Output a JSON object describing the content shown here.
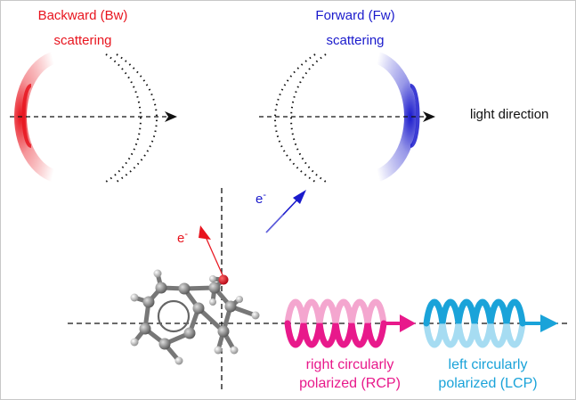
{
  "labels": {
    "backward_line1": "Backward (Bw)",
    "backward_line2": "scattering",
    "forward_line1": "Forward (Fw)",
    "forward_line2": "scattering",
    "light_direction": "light direction",
    "electron_symbol": "e",
    "electron_sign": "-",
    "rcp_line1": "right circularly",
    "rcp_line2": "polarized (RCP)",
    "lcp_line1": "left circularly",
    "lcp_line2": "polarized (LCP)"
  },
  "colors": {
    "backward": "#e8141e",
    "forward": "#1a1acc",
    "rcp": "#e8198b",
    "rcp_light": "#f4a6cf",
    "lcp": "#1aa3d9",
    "lcp_light": "#a6dcf2",
    "axis": "#111111",
    "oxygen": "#d4101a"
  },
  "icons": {
    "molecule": "indanol-molecule-icon",
    "arrow_head": "arrow-head-icon"
  }
}
